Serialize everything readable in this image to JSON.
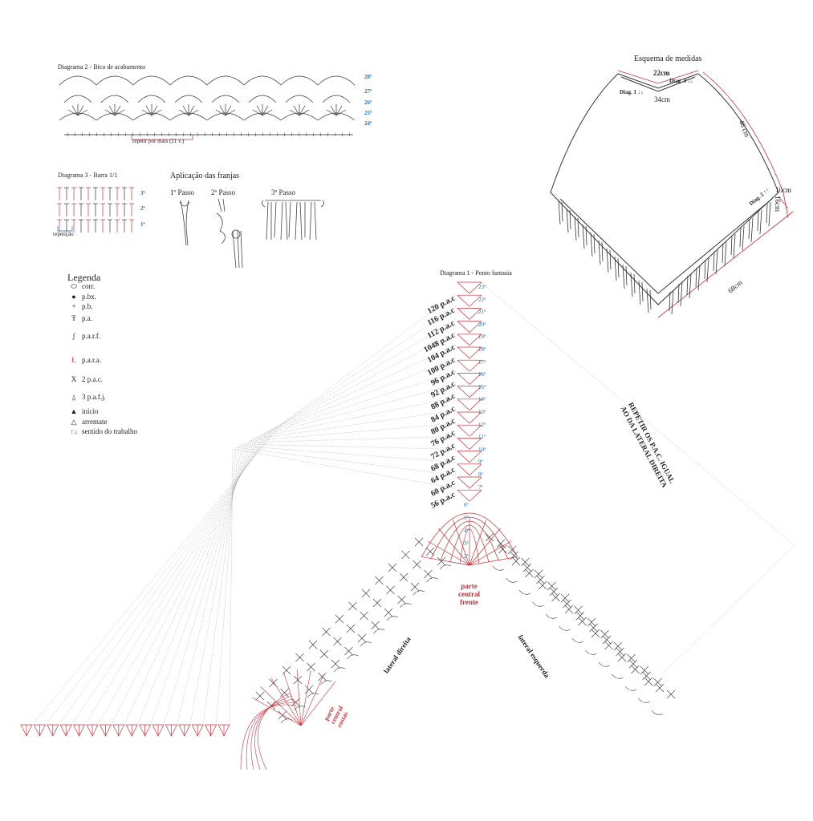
{
  "diagram2": {
    "title": "Diagrama 2 - Bico de acabamento",
    "repeat_note": "repetir por mais (21 v.)",
    "rows": [
      "28ª",
      "27ª",
      "26ª",
      "25ª",
      "24ª"
    ]
  },
  "diagram3": {
    "title": "Diagrama 3 - Barra 1/1",
    "repeat_note": "repetição",
    "rows": [
      "3ª",
      "2ª",
      "1ª"
    ]
  },
  "fringes": {
    "title": "Aplicação das franjas",
    "steps": [
      "1º Passo",
      "2º Passo",
      "3º Passo"
    ]
  },
  "legend": {
    "title": "Legenda",
    "items": [
      {
        "symbol": "⬭",
        "label": "corr."
      },
      {
        "symbol": "●",
        "label": "p.bx."
      },
      {
        "symbol": "+",
        "label": "p.b."
      },
      {
        "symbol": "Ŧ",
        "label": "p.a."
      },
      {
        "symbol": "ʃ",
        "label": "p.a.r.f."
      },
      {
        "symbol": "Ł",
        "label": "p.a.r.a."
      },
      {
        "symbol": "X",
        "label": "2 p.a.c."
      },
      {
        "symbol": "⍙",
        "label": "3 p.a.f.j."
      },
      {
        "symbol": "▲",
        "label": "início"
      },
      {
        "symbol": "△",
        "label": "arremate"
      },
      {
        "symbol": "↑↓",
        "label": "sentido do trabalho"
      }
    ]
  },
  "scheme": {
    "title": "Esquema de medidas",
    "measures": {
      "top": "22cm",
      "neck": "34cm",
      "side": "46 cm",
      "band": "10cm",
      "fringe": "16cm",
      "bottom": "68cm"
    },
    "diag1": "Diag. 1 ↓↓",
    "diag2": "Diag. 2 ↑↑",
    "diag3": "Diag. 3 ↓↓"
  },
  "diagram1": {
    "title": "Diagrama 1 - Ponto fantasia",
    "counts": [
      "120 p.a.c",
      "116 p.a.c",
      "112 p.a.c",
      "1048 p.a.c",
      "104 p.a.c",
      "100 p.a.c",
      "96 p.a.c",
      "92 p.a.c",
      "88 p.a.c",
      "84 p.a.c",
      "80 p.a.c",
      "76 p.a.c",
      "72 p.a.c",
      "68 p.a.c",
      "64 p.a.c",
      "60 p.a.c",
      "56 p.a.c"
    ],
    "row_numbers": [
      "23ª",
      "22ª",
      "21ª",
      "20ª",
      "19ª",
      "18ª",
      "17ª",
      "16ª",
      "15ª",
      "14ª",
      "13ª",
      "12ª",
      "11ª",
      "10ª",
      "9ª",
      "8ª",
      "7ª",
      "6ª",
      "5ª",
      "4ª",
      "3ª",
      "2ª"
    ],
    "note_line1": "REPETIR OS P.A.C. IGUAL",
    "note_line2": "AO DA LATERAL DIREITA",
    "label_center_front_1": "parte",
    "label_center_front_2": "central",
    "label_center_front_3": "frente",
    "label_right": "lateral direita",
    "label_left": "lateral esquerda",
    "label_center_back_1": "parte",
    "label_center_back_2": "central",
    "label_center_back_3": "costas"
  },
  "colors": {
    "red": "#c8323c",
    "blue": "#2a6fb5",
    "ink": "#222222"
  }
}
